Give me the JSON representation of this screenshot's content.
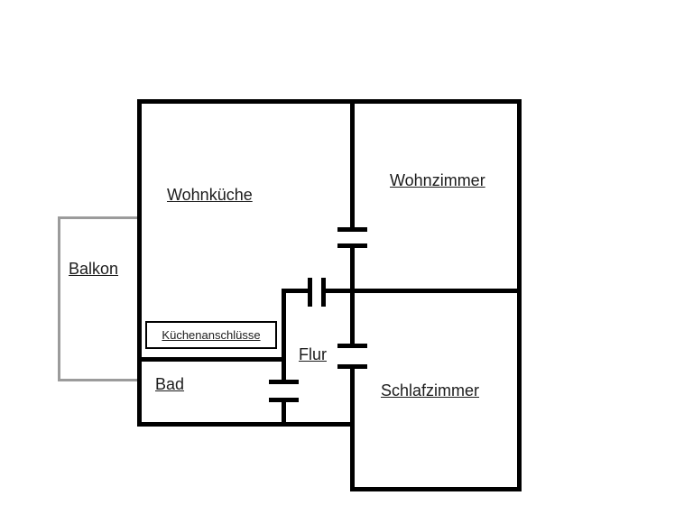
{
  "colors": {
    "wall": "#000000",
    "balcony": "#9b9b9b",
    "background": "#ffffff",
    "text": "#1c1c1c"
  },
  "rooms": {
    "wohnkueche": {
      "label": "Wohnküche"
    },
    "wohnzimmer": {
      "label": "Wohnzimmer"
    },
    "balkon": {
      "label": "Balkon"
    },
    "kuechenanschluesse": {
      "label": "Küchenanschlüsse"
    },
    "flur": {
      "label": "Flur"
    },
    "bad": {
      "label": "Bad"
    },
    "schlafzimmer": {
      "label": "Schlafzimmer"
    }
  }
}
